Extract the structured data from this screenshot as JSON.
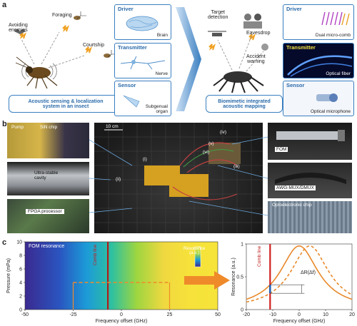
{
  "panel_a": {
    "letter": "a",
    "insect_labels": {
      "avoiding": "Avoiding\nenemies",
      "foraging": "Foraging",
      "courtship": "Courtship"
    },
    "insect_caption": "Acoustic sensing & localization\nsystem in an insect",
    "insect_boxes": [
      {
        "title": "Driver",
        "sub": "Brain"
      },
      {
        "title": "Transmitter",
        "sub": "Nerve"
      },
      {
        "title": "Sensor",
        "sub": "Subgenual\norgan"
      }
    ],
    "robot_labels": {
      "target": "Target\ndetection",
      "eavesdrop": "Eavesdrop",
      "accident": "Accident\nwarning"
    },
    "robot_caption": "Biomimetic integrated\nacoustic mapping",
    "robot_boxes": [
      {
        "title": "Driver",
        "sub": "Dual micro-comb"
      },
      {
        "title": "Transmitter",
        "sub": "Optical fiber"
      },
      {
        "title": "Sensor",
        "sub": "Optical microphone"
      }
    ]
  },
  "panel_b": {
    "letter": "b",
    "left_labels": {
      "pump": "Pump",
      "sin_chip": "SiN chip",
      "cavity": "Ultra-stable\ncavity",
      "fpga": "FPGA processor"
    },
    "scale": "10 cm",
    "markers": [
      "(i)",
      "(ii)",
      "(iii)",
      "(iv)",
      "(v)",
      "(vi)"
    ],
    "right_labels": {
      "fom": "FOM",
      "awg": "AWG-MUX/DMUX",
      "opto": "Optoelectronic chip"
    }
  },
  "panel_c": {
    "letter": "c",
    "heatmap": {
      "title": "FOM resonance",
      "comb_line": "Comb line",
      "colorbar_label": "Resonance\n(a.u.)"
    },
    "resonance_plot": {
      "comb_line": "Comb line",
      "annotation": "ΔR(Δf)"
    }
  },
  "chart_data": [
    {
      "type": "heatmap",
      "title": "FOM resonance",
      "xlabel": "Frequency offset (GHz)",
      "ylabel": "Pressure (mPa)",
      "xlim": [
        -50,
        50
      ],
      "ylim": [
        0,
        10
      ],
      "xticks": [
        "-50",
        "-25",
        "0",
        "25",
        "50"
      ],
      "yticks": [
        "0",
        "2",
        "4",
        "6",
        "8",
        "10"
      ],
      "comb_line_x": -7,
      "dashed_level_y": 4,
      "dashed_range_x": [
        -25,
        25
      ],
      "colorbar": "Resonance (a.u.)",
      "colors": [
        "#2d1e8a",
        "#1e7fd0",
        "#2fbfa0",
        "#c9dc3a",
        "#f7e23a"
      ]
    },
    {
      "type": "line",
      "xlabel": "Frequency offset (GHz)",
      "ylabel": "Resonance (a.u.)",
      "xlim": [
        -20,
        20
      ],
      "ylim": [
        0,
        1
      ],
      "xticks": [
        "-20",
        "-10",
        "0",
        "10",
        "20"
      ],
      "yticks": [
        "0",
        "0.5",
        "1"
      ],
      "comb_line_x": -11,
      "series": [
        {
          "style": "solid",
          "center": 0,
          "width": 8,
          "color": "#e8892a"
        },
        {
          "style": "dashed",
          "center": 4,
          "width": 8,
          "color": "#e8892a"
        }
      ],
      "annotation": "ΔR(Δf)"
    }
  ]
}
